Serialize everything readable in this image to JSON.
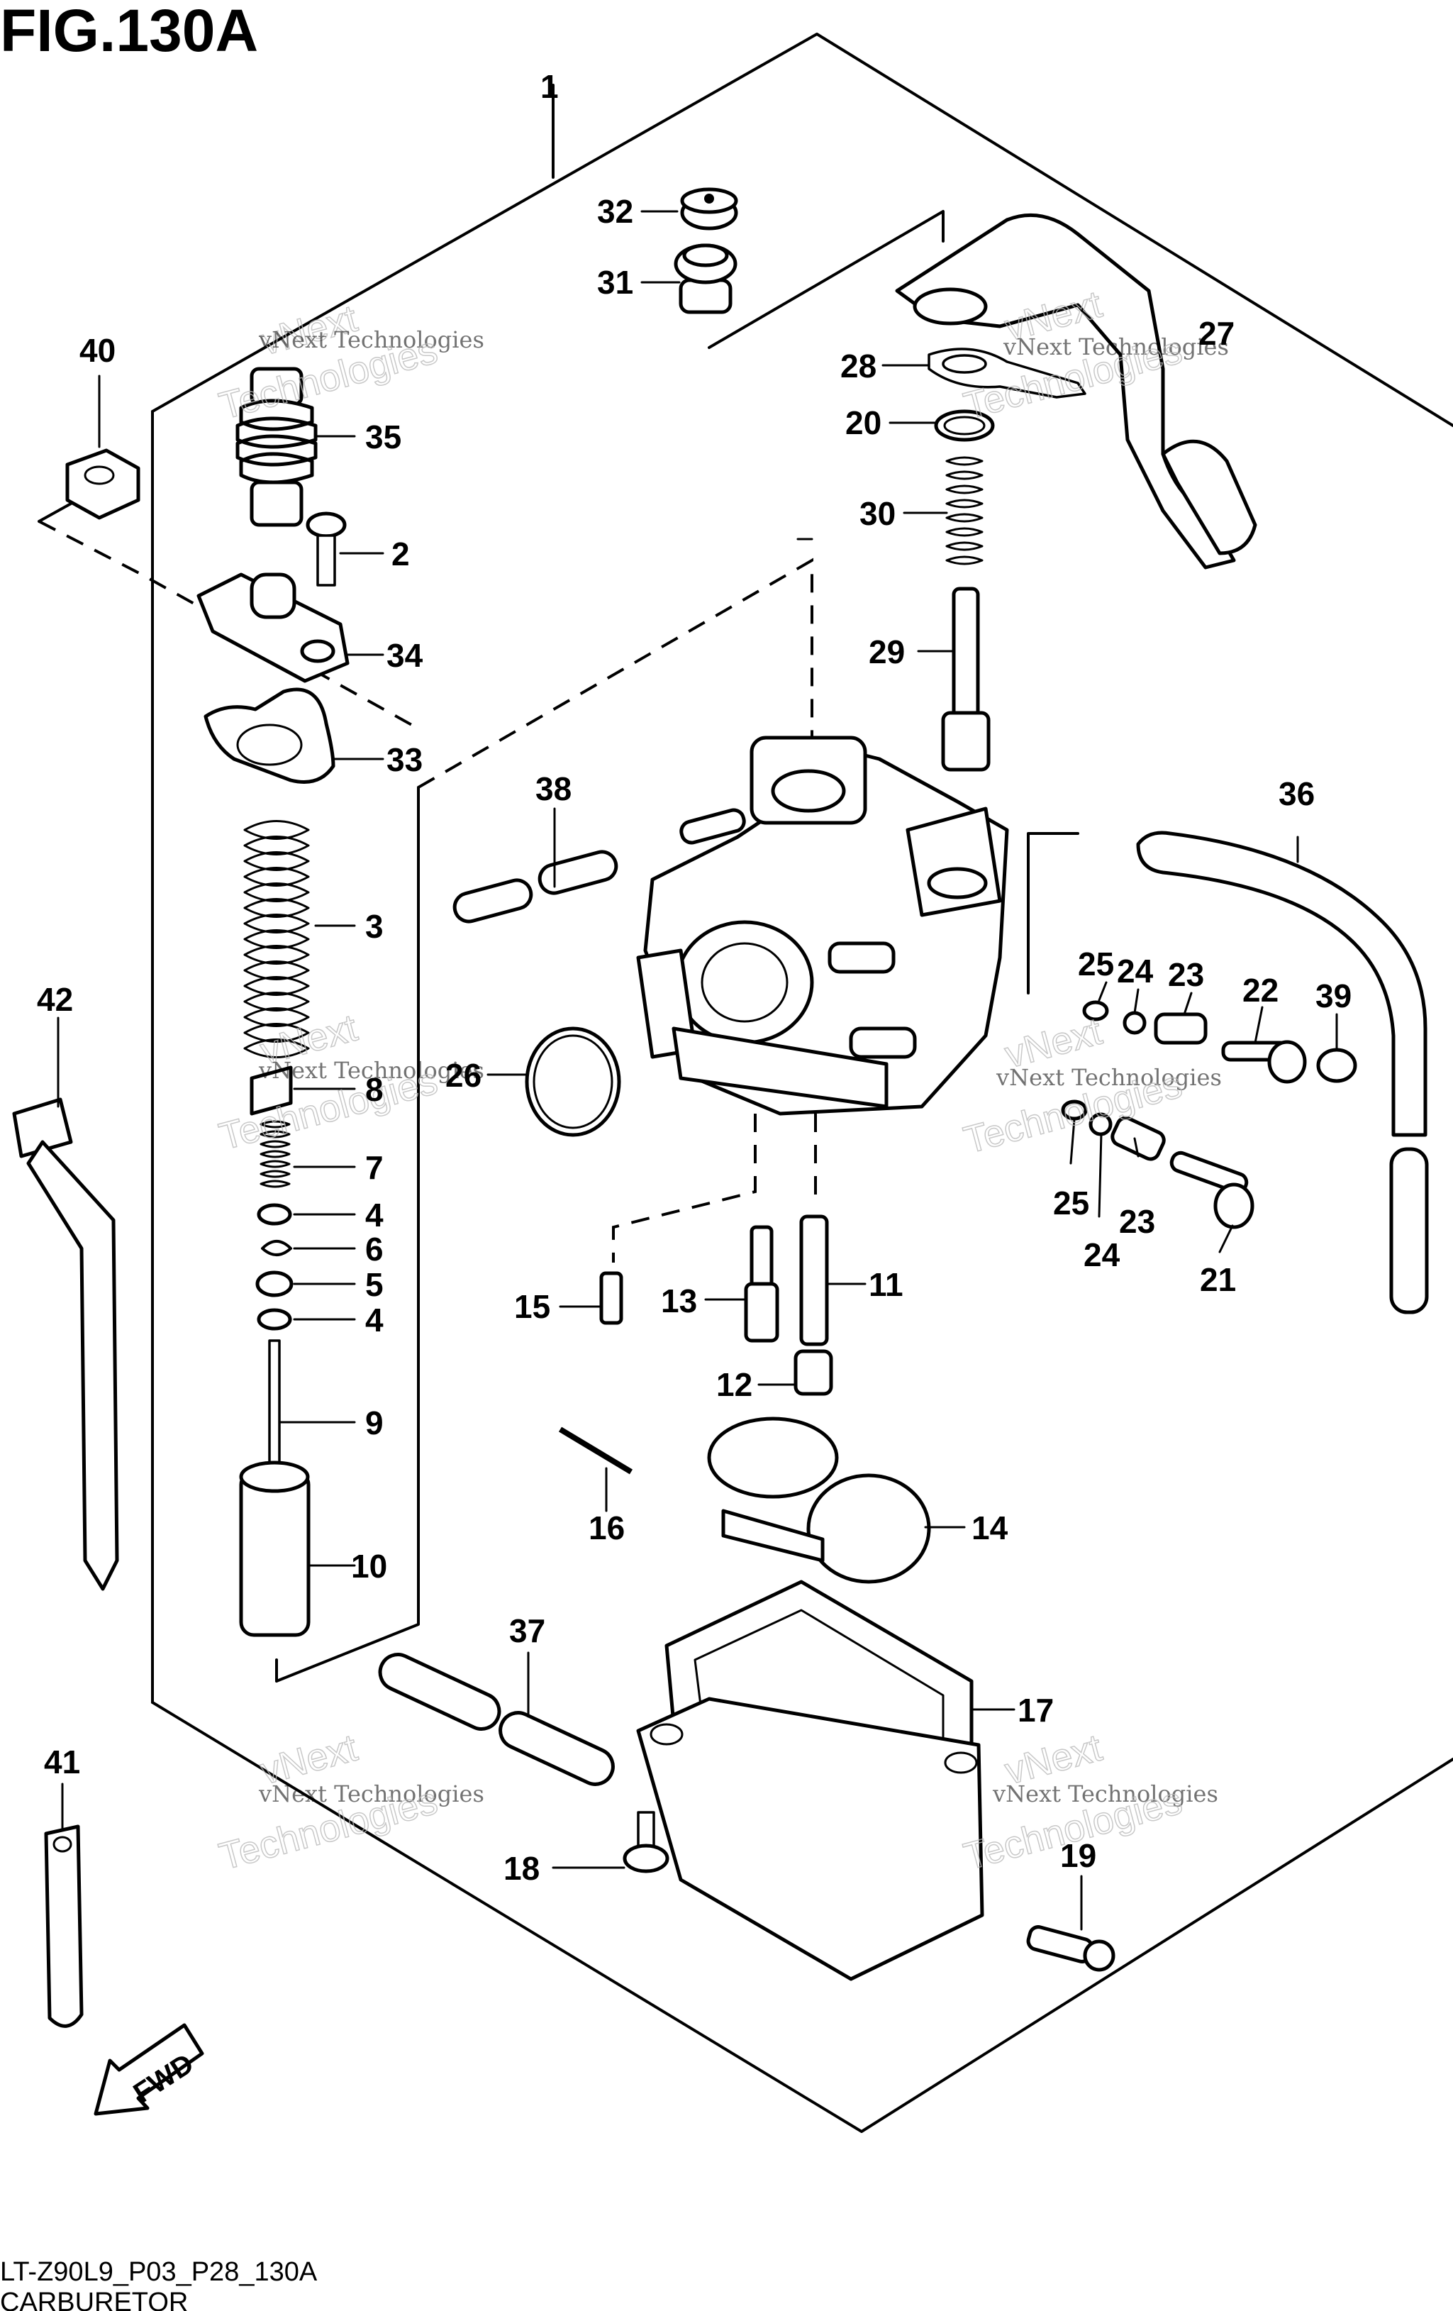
{
  "figure": {
    "title": "FIG.130A",
    "code": "LT-Z90L9_P03_P28_130A",
    "name": "CARBURETOR",
    "fwd_label": "FWD"
  },
  "watermark": {
    "line1": "vNext Technologies",
    "line2": "vNext",
    "line3": "Technologies"
  },
  "callouts": [
    {
      "id": "c1",
      "label": "1"
    },
    {
      "id": "c32",
      "label": "32"
    },
    {
      "id": "c31",
      "label": "31"
    },
    {
      "id": "c27",
      "label": "27"
    },
    {
      "id": "c28",
      "label": "28"
    },
    {
      "id": "c20",
      "label": "20"
    },
    {
      "id": "c30",
      "label": "30"
    },
    {
      "id": "c29",
      "label": "29"
    },
    {
      "id": "c40",
      "label": "40"
    },
    {
      "id": "c35",
      "label": "35"
    },
    {
      "id": "c2",
      "label": "2"
    },
    {
      "id": "c34",
      "label": "34"
    },
    {
      "id": "c33",
      "label": "33"
    },
    {
      "id": "c38",
      "label": "38"
    },
    {
      "id": "c36",
      "label": "36"
    },
    {
      "id": "c3",
      "label": "3"
    },
    {
      "id": "c25a",
      "label": "25"
    },
    {
      "id": "c24a",
      "label": "24"
    },
    {
      "id": "c23a",
      "label": "23"
    },
    {
      "id": "c22",
      "label": "22"
    },
    {
      "id": "c39",
      "label": "39"
    },
    {
      "id": "c42",
      "label": "42"
    },
    {
      "id": "c26",
      "label": "26"
    },
    {
      "id": "c8",
      "label": "8"
    },
    {
      "id": "c7",
      "label": "7"
    },
    {
      "id": "c4a",
      "label": "4"
    },
    {
      "id": "c6",
      "label": "6"
    },
    {
      "id": "c5",
      "label": "5"
    },
    {
      "id": "c4b",
      "label": "4"
    },
    {
      "id": "c25b",
      "label": "25"
    },
    {
      "id": "c23b",
      "label": "23"
    },
    {
      "id": "c24b",
      "label": "24"
    },
    {
      "id": "c21",
      "label": "21"
    },
    {
      "id": "c15",
      "label": "15"
    },
    {
      "id": "c13",
      "label": "13"
    },
    {
      "id": "c11",
      "label": "11"
    },
    {
      "id": "c12",
      "label": "12"
    },
    {
      "id": "c9",
      "label": "9"
    },
    {
      "id": "c16",
      "label": "16"
    },
    {
      "id": "c14",
      "label": "14"
    },
    {
      "id": "c10",
      "label": "10"
    },
    {
      "id": "c37",
      "label": "37"
    },
    {
      "id": "c17",
      "label": "17"
    },
    {
      "id": "c41",
      "label": "41"
    },
    {
      "id": "c18",
      "label": "18"
    },
    {
      "id": "c19",
      "label": "19"
    }
  ]
}
